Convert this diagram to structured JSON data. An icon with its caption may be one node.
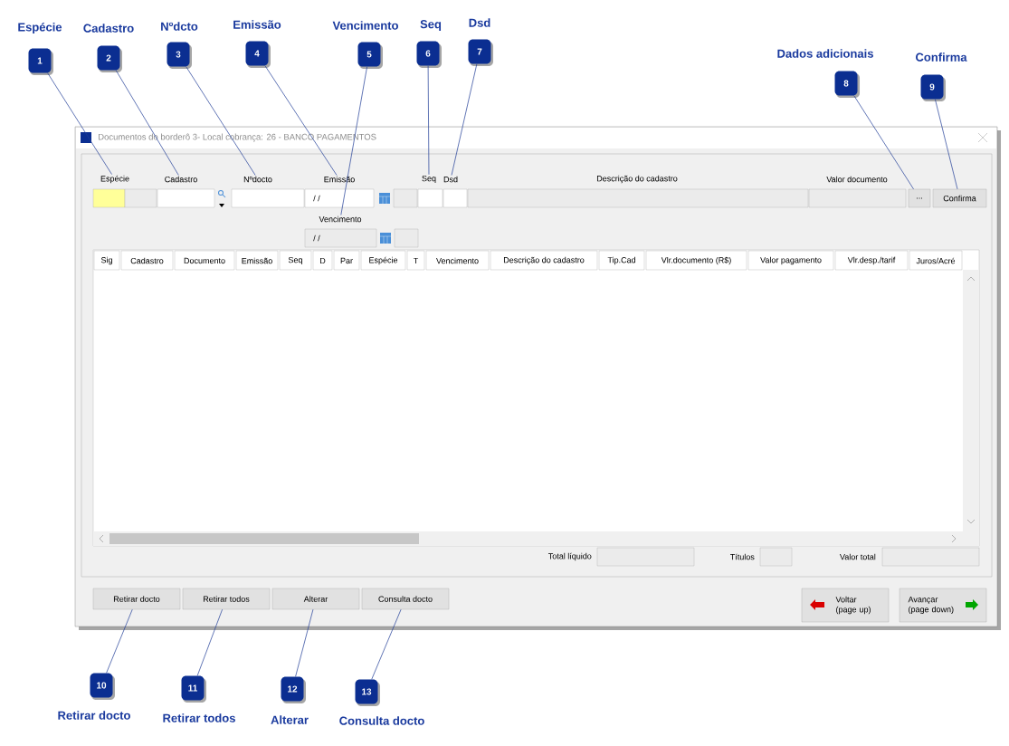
{
  "diagram": {
    "nodes": [
      {
        "text": [
          "1"
        ],
        "beside": [
          "Espécie"
        ]
      },
      {
        "text": [
          "2"
        ],
        "beside": [
          "Cadastro"
        ]
      },
      {
        "text": [
          "3"
        ],
        "beside": [
          "Nºdcto"
        ]
      },
      {
        "text": [
          "4"
        ],
        "beside": [
          "Emissão"
        ]
      },
      {
        "text": [
          "5"
        ],
        "beside": [
          "Vencimento"
        ]
      },
      {
        "text": [
          "6"
        ],
        "beside": [
          "Seq"
        ]
      },
      {
        "text": [
          "7"
        ],
        "beside": [
          "Dsd"
        ]
      },
      {
        "text": [
          "8"
        ],
        "beside": [
          "Dados adicionais"
        ]
      },
      {
        "text": [
          "9"
        ],
        "beside": [
          "Confirma"
        ]
      },
      {
        "text": [
          "Documentos do borderô 3- Local cobrança: 26 - BANCO PAGAMENTOS"
        ]
      },
      {
        "text": [
          "Espécie"
        ],
        "in": 9
      },
      {
        "text": [
          "Cadastro"
        ],
        "in": 9
      },
      {
        "text": [
          "Nºdocto"
        ],
        "in": 9
      },
      {
        "text": [
          "Emissão"
        ],
        "in": 9
      },
      {
        "text": [
          "Seq"
        ],
        "in": 9
      },
      {
        "text": [
          "Dsd"
        ],
        "in": 9
      },
      {
        "text": [
          "Vencimento"
        ],
        "in": 9
      },
      {
        "text": [
          "..."
        ],
        "in": 9
      },
      {
        "text": [
          "Confirma"
        ],
        "in": 9
      },
      {
        "text": [
          "Retirar docto"
        ],
        "in": 9
      },
      {
        "text": [
          "Retirar todos"
        ],
        "in": 9
      },
      {
        "text": [
          "Alterar"
        ],
        "in": 9
      },
      {
        "text": [
          "Consulta docto"
        ],
        "in": 9
      },
      {
        "text": [
          "Voltar (page up)"
        ],
        "in": 9
      },
      {
        "text": [
          "Avançar (page down)"
        ],
        "in": 9
      },
      {
        "text": [
          "10"
        ],
        "beside": [
          "Retirar docto"
        ]
      },
      {
        "text": [
          "11"
        ],
        "beside": [
          "Retirar todos"
        ]
      },
      {
        "text": [
          "12"
        ],
        "beside": [
          "Alterar"
        ]
      },
      {
        "text": [
          "13"
        ],
        "beside": [
          "Consulta docto"
        ]
      }
    ],
    "edges": [
      {
        "from": 0,
        "to": 10,
        "arrow": "none"
      },
      {
        "from": 1,
        "to": 11,
        "arrow": "none"
      },
      {
        "from": 2,
        "to": 12,
        "arrow": "none"
      },
      {
        "from": 3,
        "to": 13,
        "arrow": "none"
      },
      {
        "from": 4,
        "to": 16,
        "arrow": "none"
      },
      {
        "from": 5,
        "to": 14,
        "arrow": "none"
      },
      {
        "from": 6,
        "to": 15,
        "arrow": "none"
      },
      {
        "from": 7,
        "to": 17,
        "arrow": "none"
      },
      {
        "from": 8,
        "to": 18,
        "arrow": "none"
      },
      {
        "from": 25,
        "to": 19,
        "arrow": "none"
      },
      {
        "from": 26,
        "to": 20,
        "arrow": "none"
      },
      {
        "from": 27,
        "to": 21,
        "arrow": "none"
      },
      {
        "from": 28,
        "to": 22,
        "arrow": "none"
      }
    ],
    "labels": [
      "Descrição do cadastro",
      "Valor documento",
      "/ /",
      "/ /",
      "Sig",
      "Cadastro",
      "Documento",
      "Emissão",
      "Seq",
      "D",
      "Par",
      "Espécie",
      "T",
      "Vencimento",
      "Descrição do cadastro",
      "Tip.Cad",
      "Vlr.documento (R$)",
      "Valor pagamento",
      "Vlr.desp./tarif",
      "Juros/Acré",
      "Total líquido",
      "Títulos",
      "Valor total"
    ]
  }
}
